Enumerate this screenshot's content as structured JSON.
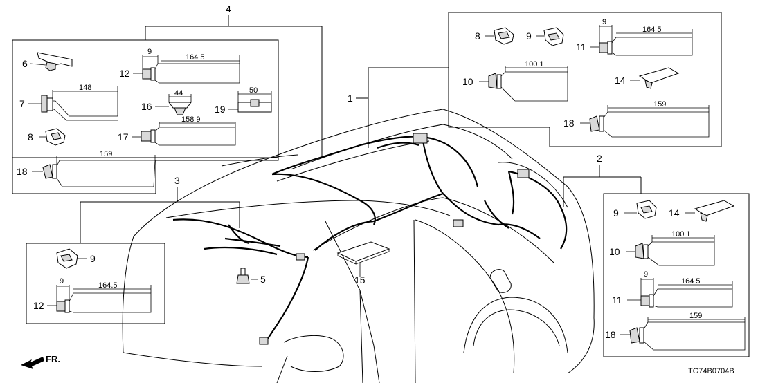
{
  "diagram": {
    "code": "TG74B0704B",
    "front_label": "FR.",
    "groups": {
      "g1": "1",
      "g2": "2",
      "g3": "3",
      "g4": "4"
    },
    "parts": {
      "p5": "5",
      "p6": "6",
      "p7": "7",
      "p8": "8",
      "p9": "9",
      "p10": "10",
      "p11": "11",
      "p12": "12",
      "p14": "14",
      "p15": "15",
      "p16": "16",
      "p17": "17",
      "p18": "18",
      "p19": "19"
    },
    "dims": {
      "d9": "9",
      "d164_5a": "164 5",
      "d164_5b": "164.5",
      "d148": "148",
      "d44": "44",
      "d50": "50",
      "d158_9": "158 9",
      "d159": "159",
      "d100_1": "100 1"
    }
  }
}
